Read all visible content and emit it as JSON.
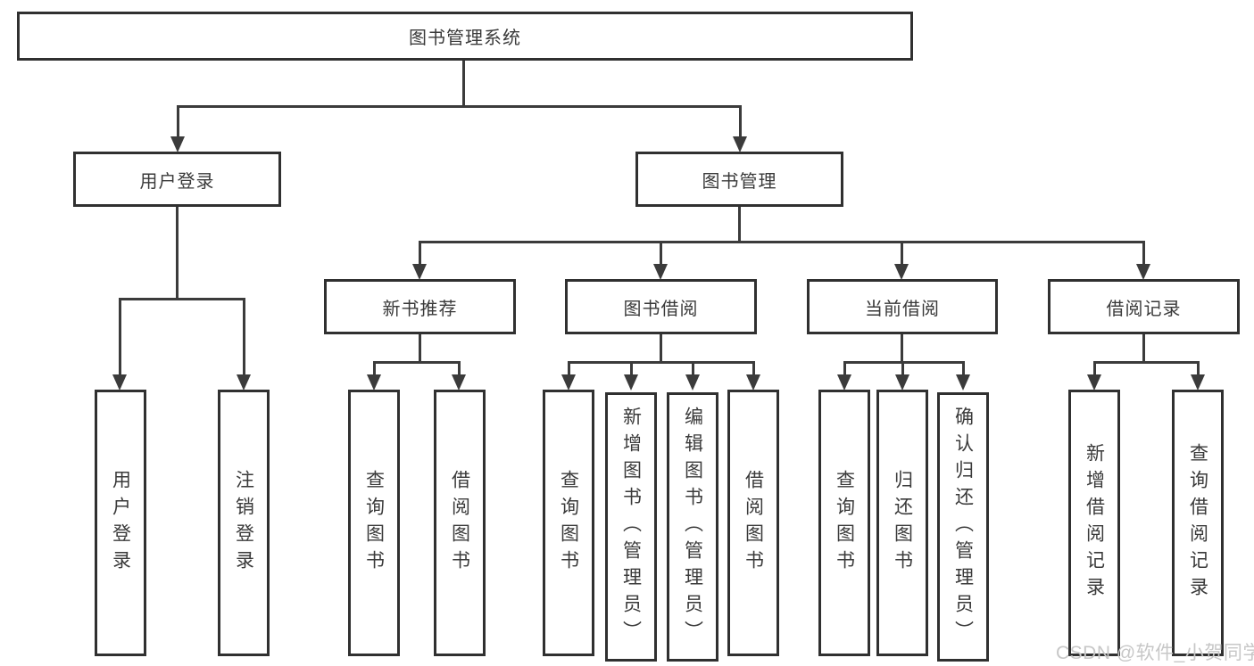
{
  "diagram": {
    "root": {
      "label": "图书管理系统"
    },
    "level2": [
      {
        "label": "用户登录"
      },
      {
        "label": "图书管理"
      }
    ],
    "level3": [
      {
        "label": "新书推荐"
      },
      {
        "label": "图书借阅"
      },
      {
        "label": "当前借阅"
      },
      {
        "label": "借阅记录"
      }
    ],
    "leaves": {
      "user_login": [
        "用户登录",
        "注销登录"
      ],
      "new_book_recommend": [
        "查询图书",
        "借阅图书"
      ],
      "book_borrowing": [
        "查询图书",
        "新增图书（管理员）",
        "编辑图书（管理员）",
        "借阅图书"
      ],
      "current_borrowing": [
        "查询图书",
        "归还图书",
        "确认归还（管理员）"
      ],
      "borrowing_records": [
        "新增借阅记录",
        "查询借阅记录"
      ]
    }
  },
  "watermark": {
    "text": "CSDN @软件_小贺同学"
  },
  "colors": {
    "line": "#3b3b3b",
    "border": "#303030",
    "text": "#3a3a3a",
    "background": "#ffffff",
    "watermark": "#c7c7c7"
  }
}
